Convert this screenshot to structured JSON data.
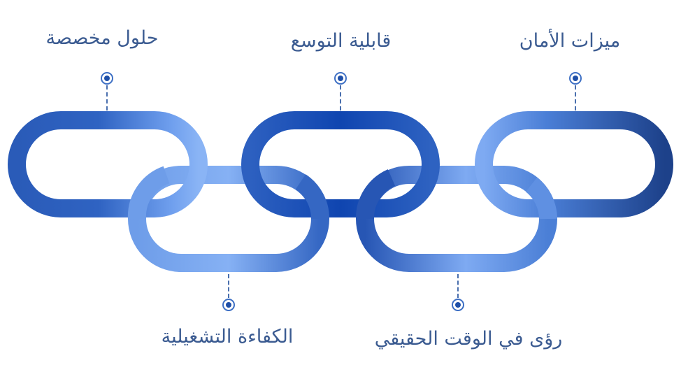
{
  "features": [
    {
      "id": "security",
      "label": "ميزات الأمان"
    },
    {
      "id": "scalability",
      "label": "قابلية التوسع"
    },
    {
      "id": "custom",
      "label": "حلول مخصصة"
    },
    {
      "id": "efficiency",
      "label": "الكفاءة التشغيلية"
    },
    {
      "id": "insights",
      "label": "رؤى في الوقت الحقيقي"
    }
  ],
  "colors": {
    "text": "#3b5b91",
    "link_dark": "#1e4fa8",
    "link_mid": "#3a6cc9",
    "link_light": "#7eaaf2",
    "marker": "#3d6fc4"
  },
  "icons": [
    "target-dot-icon"
  ]
}
